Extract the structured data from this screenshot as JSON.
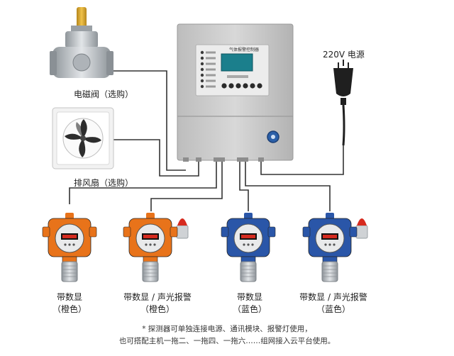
{
  "devices": {
    "valve_label": "电磁阀（选购）",
    "fan_label": "排风扇（选购）",
    "power_label": "220V 电源"
  },
  "controller": {
    "title": "气体报警控制器",
    "indicator_count": 7,
    "button_count": 6
  },
  "detectors": [
    {
      "line1": "带数显",
      "line2": "（橙色）",
      "color": "#e8731a"
    },
    {
      "line1": "带数显 / 声光报警",
      "line2": "（橙色）",
      "color": "#e8731a"
    },
    {
      "line1": "带数显",
      "line2": "（蓝色）",
      "color": "#2a56a8"
    },
    {
      "line1": "带数显 / 声光报警",
      "line2": "（蓝色）",
      "color": "#2a56a8"
    }
  ],
  "notes": {
    "line1": "* 探测器可单独连接电源、通讯模块、报警灯使用，",
    "line2": "也可搭配主机一拖二、一拖四、一拖六……组网接入云平台使用。"
  },
  "colors": {
    "wire": "#333333",
    "cabinet": "#c9c9c9",
    "cabinet_dark": "#a8a8a8",
    "display": "#1b7f8c",
    "alarm_red": "#d62a1e",
    "sensor_metal": "#bfc3c7"
  }
}
